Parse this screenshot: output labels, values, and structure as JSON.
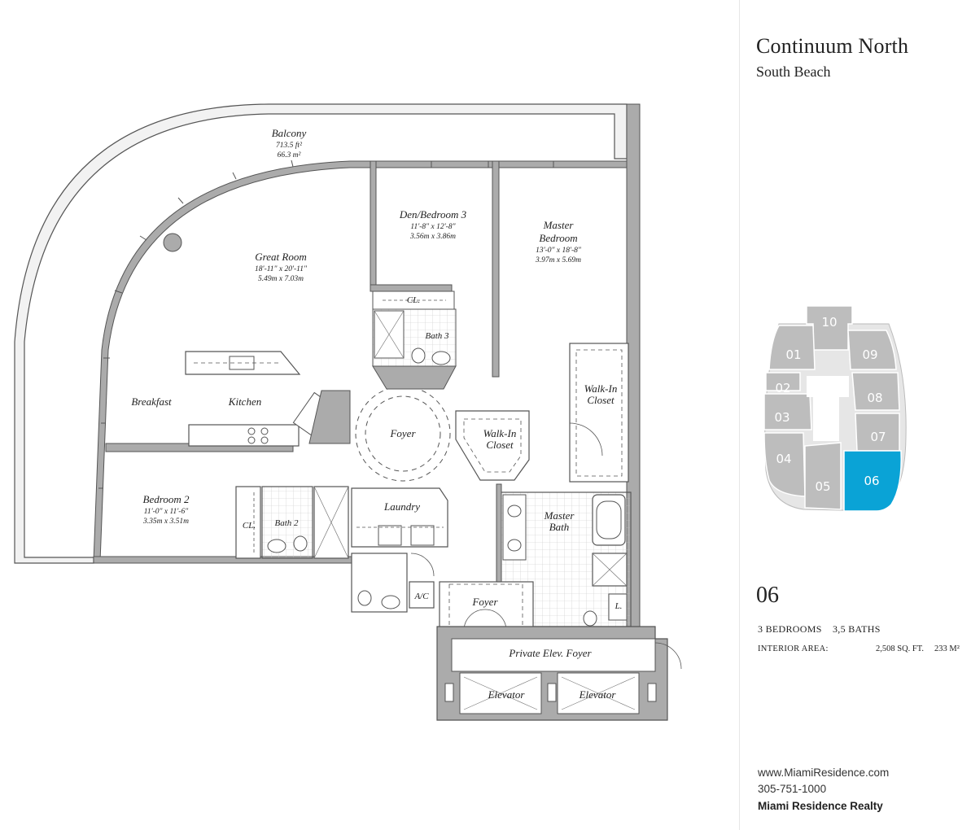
{
  "header": {
    "building": "Continuum North",
    "location": "South Beach"
  },
  "unit": {
    "number": "06",
    "bedrooms": "3 BEDROOMS",
    "baths": "3,5 BATHS",
    "interior_area_label": "INTERIOR AREA:",
    "interior_sqft": "2,508 SQ. FT.",
    "interior_sqm": "233 M²"
  },
  "contact": {
    "website": "www.MiamiResidence.com",
    "phone": "305-751-1000",
    "company": "Miami Residence Realty"
  },
  "colors": {
    "wall": "#ababab",
    "outline": "#555555",
    "keyplan_gray": "#bdbdbd",
    "highlight": "#0aa3d6"
  },
  "keyplan": {
    "units": [
      "10",
      "01",
      "09",
      "02",
      "08",
      "03",
      "07",
      "04",
      "05",
      "06"
    ],
    "highlighted": "06"
  },
  "rooms": {
    "balcony": {
      "name": "Balcony",
      "dim1": "713.5 ft²",
      "dim2": "66.3 m²"
    },
    "great_room": {
      "name": "Great Room",
      "dim1": "18'-11\" x 20'-11\"",
      "dim2": "5.49m x 7.03m"
    },
    "den": {
      "name": "Den/Bedroom 3",
      "dim1": "11'-8\" x 12'-8\"",
      "dim2": "3.56m x 3.86m"
    },
    "master_bedroom": {
      "name1": "Master",
      "name2": "Bedroom",
      "dim1": "13'-0\" x 18'-8\"",
      "dim2": "3.97m x 5.69m"
    },
    "bedroom2": {
      "name": "Bedroom 2",
      "dim1": "11'-0\" x 11'-6\"",
      "dim2": "3.35m x 3.51m"
    },
    "breakfast": "Breakfast",
    "kitchen": "Kitchen",
    "foyer_main": "Foyer",
    "closet_den": "CL.",
    "bath3": "Bath 3",
    "walkin_master1": "Walk-In",
    "walkin_master2": "Closet",
    "walkin_foyer1": "Walk-In",
    "walkin_foyer2": "Closet",
    "closet_bed2": "CL.",
    "bath2": "Bath 2",
    "laundry": "Laundry",
    "master_bath1": "Master",
    "master_bath2": "Bath",
    "ac": "A/C",
    "foyer_entry": "Foyer",
    "linen": "L.",
    "private_foyer": "Private Elev. Foyer",
    "elevator1": "Elevator",
    "elevator2": "Elevator"
  }
}
